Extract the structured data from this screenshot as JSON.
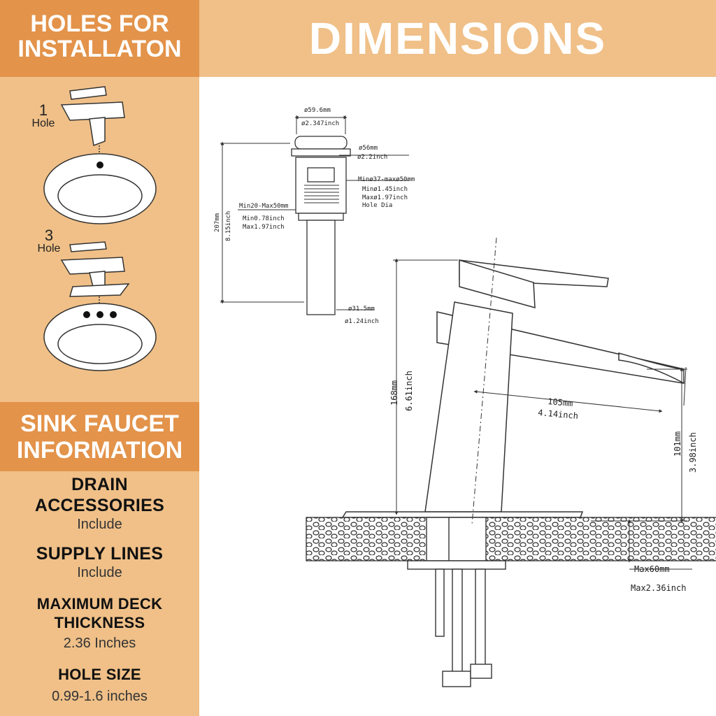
{
  "sidebar": {
    "holes_header": {
      "line1": "HOLES FOR",
      "line2": "INSTALLATON"
    },
    "hole_options": [
      {
        "number": "1",
        "label": "Hole"
      },
      {
        "number": "3",
        "label": "Hole"
      }
    ],
    "info_header": {
      "line1": "SINK FAUCET",
      "line2": "INFORMATION"
    },
    "specs": [
      {
        "title1": "DRAIN",
        "title2": "ACCESSORIES",
        "value": "Include"
      },
      {
        "title1": "SUPPLY LINES",
        "value": "Include"
      },
      {
        "title1": "MAXIMUM DECK",
        "title2": "THICKNESS",
        "value": "2.36 Inches"
      },
      {
        "title1": "HOLE SIZE",
        "value": "0.99-1.6 inches"
      }
    ]
  },
  "main": {
    "title": "DIMENSIONS",
    "drain": {
      "cap_diameter_mm": "ø59.6mm",
      "cap_diameter_in": "ø2.347inch",
      "flange_mm": "ø56mm",
      "flange_in": "ø2.2inch",
      "hole_range_mm": "Minø37-maxø50mm",
      "hole_min_in": "Minø1.45inch",
      "hole_max_in": "Maxø1.97inch",
      "hole_caption": "Hole Dia",
      "thickness_range_mm": "Min20-Max50mm",
      "thickness_min_in": "Min0.78inch",
      "thickness_max_in": "Max1.97inch",
      "height_mm": "207mm",
      "height_in": "8.15inch",
      "pipe_mm": "ø31.5mm",
      "pipe_in": "ø1.24inch"
    },
    "faucet": {
      "height_mm": "168mm",
      "height_in": "6.61inch",
      "reach_mm": "105mm",
      "reach_in": "4.14inch",
      "spout_height_mm": "101mm",
      "spout_height_in": "3.98inch",
      "deck_max_mm": "Max60mm",
      "deck_max_in": "Max2.36inch"
    }
  },
  "colors": {
    "accent_dark": "#e3934a",
    "accent_light": "#f0c088",
    "header_text": "#ffffff"
  }
}
